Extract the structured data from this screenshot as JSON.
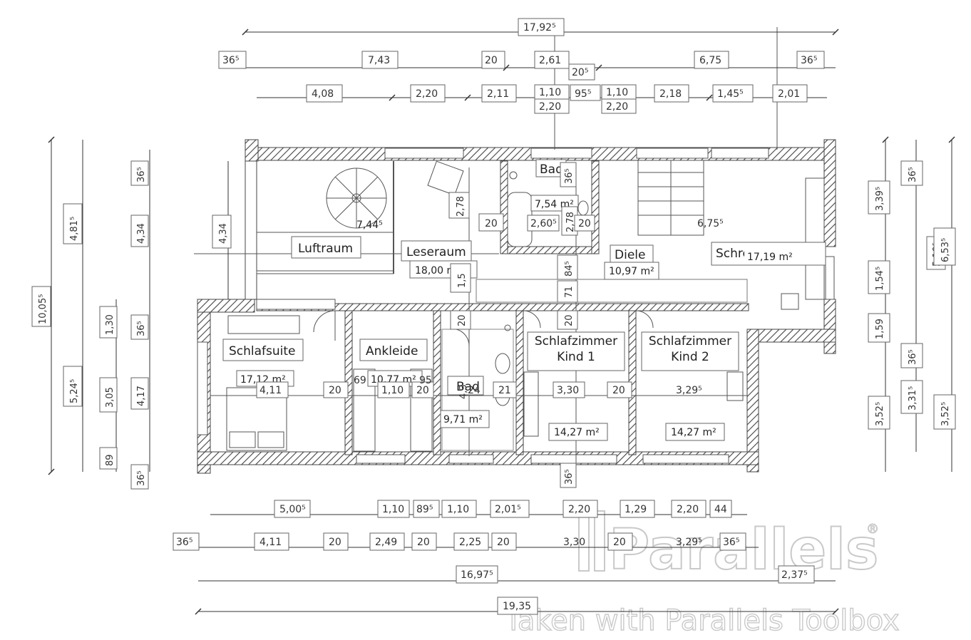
{
  "colors": {
    "wall": "#444444",
    "line": "#333333",
    "watermark": "#c9c9c9"
  },
  "rooms": [
    {
      "id": "luftraum",
      "name": "Luftraum",
      "area": ""
    },
    {
      "id": "leseraum",
      "name": "Leseraum",
      "area": "18,00 m²"
    },
    {
      "id": "bad-oben",
      "name": "Bad",
      "area": "7,54 m²"
    },
    {
      "id": "diele",
      "name": "Diele",
      "area": "10,97 m²"
    },
    {
      "id": "schreibecke",
      "name": "Schreibecke",
      "area": "17,19 m²"
    },
    {
      "id": "schlafsuite",
      "name": "Schlafsuite",
      "area": "17,12 m²"
    },
    {
      "id": "ankleide",
      "name": "Ankleide",
      "area": "10,77 m²"
    },
    {
      "id": "bad-unten",
      "name": "Bad",
      "area": "9,71 m²"
    },
    {
      "id": "kind1",
      "name": "Schlafzimmer Kind 1",
      "area": "14,27 m²"
    },
    {
      "id": "kind2",
      "name": "Schlafzimmer Kind 2",
      "area": "14,27 m²"
    }
  ],
  "dimensions": {
    "top_total": "17,92⁵",
    "top_row1": [
      "36⁵",
      "7,43",
      "20",
      "2,61",
      "20⁵",
      "6,75",
      "36⁵"
    ],
    "top_row2": [
      "4,08",
      "2,20",
      "2,11",
      "1,10",
      "95⁵",
      "1,10",
      "2,18",
      "1,45⁵",
      "2,01"
    ],
    "top_row2b": [
      "2,20",
      "2,20"
    ],
    "bottom_row1": [
      "5,00⁵",
      "1,10",
      "89⁵",
      "1,10",
      "2,01⁵",
      "2,20",
      "1,29",
      "2,20",
      "44"
    ],
    "bottom_row2": [
      "36⁵",
      "4,11",
      "20",
      "2,49",
      "20",
      "2,25",
      "20",
      "3,30",
      "20",
      "3,29⁵",
      "36⁵"
    ],
    "bottom_row3": [
      "16,97⁵",
      "2,37⁵"
    ],
    "bottom_total": "19,35",
    "left_outer": "10,05⁵",
    "left_col2": [
      "4,81⁵",
      "5,24⁵"
    ],
    "left_col3": [
      "1,30",
      "3,05",
      "89"
    ],
    "left_col4": [
      "36⁵",
      "4,34",
      "36⁵",
      "4,17",
      "36⁵"
    ],
    "left_inner": "4,34",
    "right_col1": [
      "3,39⁵",
      "1,54⁵",
      "1,59",
      "3,52⁵"
    ],
    "right_col2": [
      "36⁵",
      "5,19⁵",
      "36⁵",
      "3,31⁵"
    ],
    "right_col3": [
      "6,53⁵",
      "3,52⁵"
    ],
    "inner": [
      "2,78",
      "20",
      "2,60⁵",
      "2,78",
      "20",
      "6,75⁵",
      "7,44⁵",
      "1,5",
      "20",
      "84⁵",
      "71",
      "20",
      "36⁵",
      "4,11",
      "20",
      "69",
      "1,10",
      "20",
      "95",
      "4,3",
      "24",
      "21",
      "3,30",
      "20",
      "3,29⁵",
      "36⁵"
    ]
  },
  "watermark": {
    "logo": "Parallels",
    "caption": "Taken with Parallels Toolbox"
  }
}
